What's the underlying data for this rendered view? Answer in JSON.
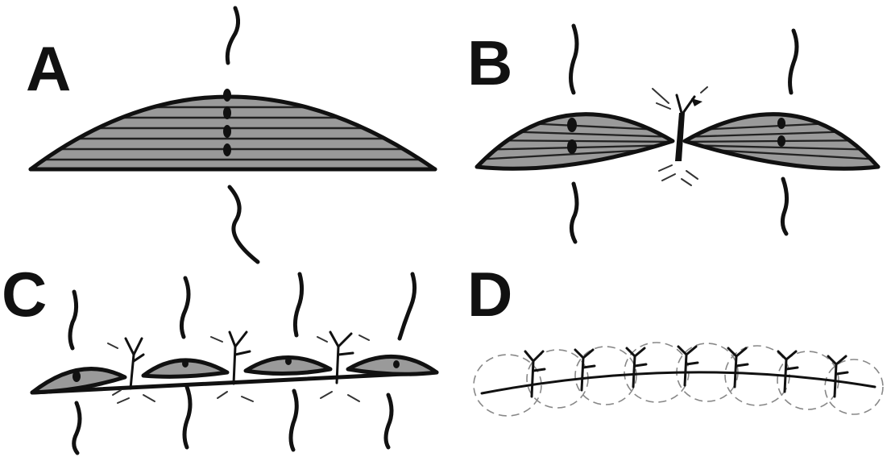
{
  "panels": [
    {
      "id": "A",
      "label": "A"
    },
    {
      "id": "B",
      "label": "B"
    },
    {
      "id": "C",
      "label": "C"
    },
    {
      "id": "D",
      "label": "D"
    }
  ],
  "colors": {
    "ink": "#111111",
    "fill": "#9a9a9a",
    "ghost": "#888888",
    "background": "#ffffff"
  }
}
